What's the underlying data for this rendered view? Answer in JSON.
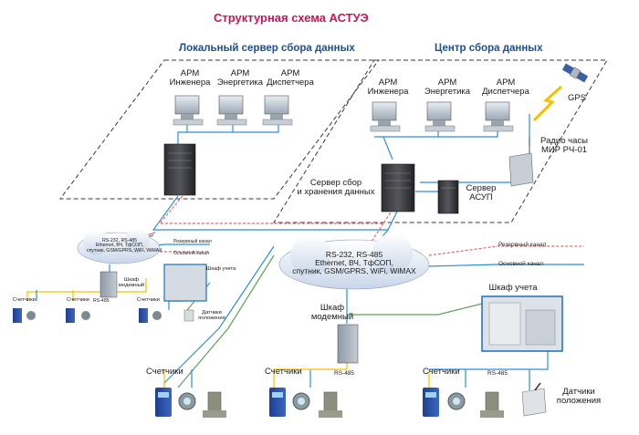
{
  "title": "Структурная схема АСТУЭ",
  "local_server": {
    "title": "Локальный сервер сбора данных",
    "workstations": [
      [
        "АРМ",
        "Инженера"
      ],
      [
        "АРМ",
        "Энергетика"
      ],
      [
        "АРМ",
        "Диспетчера"
      ]
    ]
  },
  "data_center": {
    "title": "Центр сбора данных",
    "workstations": [
      [
        "АРМ",
        "Инженера"
      ],
      [
        "АРМ",
        "Энергетика"
      ],
      [
        "АРМ",
        "Диспетчера"
      ]
    ],
    "gps": "GPS",
    "radio_clock": [
      "Радио часы",
      "МИР РЧ-01"
    ],
    "collection_server": [
      "Сервер сбор",
      "и хранения данных"
    ],
    "asup_server": [
      "Сервер",
      "АСУП"
    ]
  },
  "small_site": {
    "cloud": [
      "RS-232, RS-485",
      "Ethernet, ВЧ, ТфСОП,",
      "спутник, GSM/GPRS, WiFi, WiMAX"
    ],
    "reserve_channel": "Резервный канал",
    "main_channel": "Основной канал",
    "modem_cabinet": [
      "Шкаф",
      "модемный"
    ],
    "meter_cabinet": "Шкаф учета",
    "meters": "Счетчики",
    "rs485": "RS-485",
    "sensors": [
      "Датчики",
      "положения"
    ]
  },
  "large_site": {
    "cloud": [
      "RS-232, RS-485",
      "Ethernet, ВЧ, ТфСОП,",
      "спутник, GSM/GPRS, WiFi, WiMAX"
    ],
    "reserve_channel": "Резервный канал",
    "main_channel": "Основной канал",
    "modem_cabinet": [
      "Шкаф",
      "модемный"
    ],
    "meter_cabinet": "Шкаф учета",
    "meters": "Счетчики",
    "rs485": "RS-485",
    "sensors": [
      "Датчики",
      "положения"
    ]
  },
  "colors": {
    "title": "#c2185b",
    "section": "#1f4f8f",
    "plane_border": "#3a3a3a",
    "line_blue": "#2d8fd6",
    "line_red": "#e06a6a",
    "line_yellow": "#f2c200",
    "line_green": "#5aa05a"
  }
}
